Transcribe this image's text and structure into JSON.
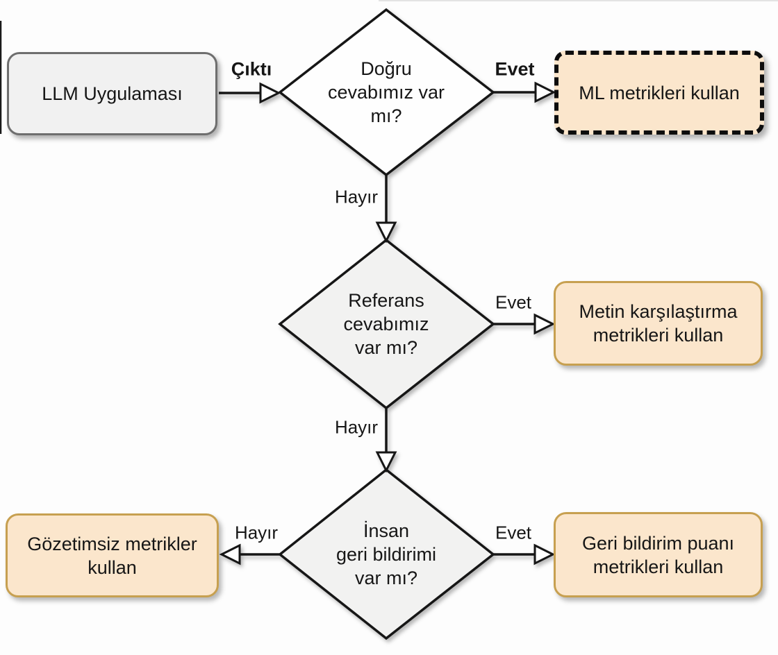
{
  "diagram": {
    "kind": "flowchart",
    "language": "tr",
    "colors": {
      "background": "#fdfdfd",
      "peach_fill": "#fbe6cc",
      "tan_border": "#c7a050",
      "gray_fill": "#f1f1f1",
      "gray_border": "#6e6e6e",
      "diamond_gray_fill": "#f2f2f1",
      "diamond_white_fill": "#fefefe",
      "line_color": "#141414"
    },
    "nodes": {
      "llm_app": {
        "label": "LLM Uygulaması"
      },
      "decision_correct": {
        "lines": [
          "Doğru",
          "cevabımız var",
          "mı?"
        ]
      },
      "decision_reference": {
        "lines": [
          "Referans",
          "cevabımız",
          "var mı?"
        ]
      },
      "decision_human": {
        "lines": [
          "İnsan",
          "geri bildirimi",
          "var mı?"
        ]
      },
      "ml_metrics": {
        "lines": [
          "ML metrikleri kullan"
        ]
      },
      "text_compare_metrics": {
        "lines": [
          "Metin karşılaştırma",
          "metrikleri kullan"
        ]
      },
      "feedback_score_metrics": {
        "lines": [
          "Geri bildirim puanı",
          "metrikleri kullan"
        ]
      },
      "unsupervised_metrics": {
        "lines": [
          "Gözetimsiz metrikler",
          "kullan"
        ]
      }
    },
    "edge_labels": {
      "output": "Çıktı",
      "yes_top": "Evet",
      "no_first": "Hayır",
      "yes_mid": "Evet",
      "no_second": "Hayır",
      "yes_bottom": "Evet",
      "no_bottom": "Hayır"
    }
  }
}
